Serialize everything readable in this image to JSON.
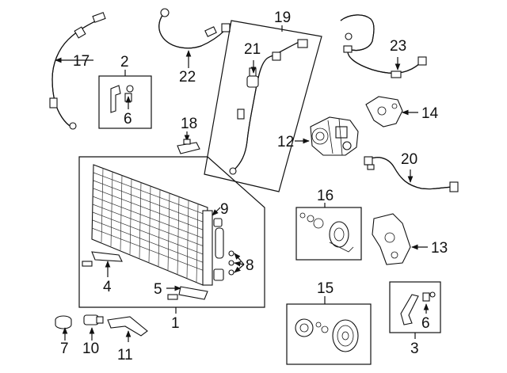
{
  "callouts": {
    "c1": "1",
    "c2": "2",
    "c3": "3",
    "c4": "4",
    "c5": "5",
    "c6a": "6",
    "c6b": "6",
    "c7": "7",
    "c8": "8",
    "c9": "9",
    "c10": "10",
    "c11": "11",
    "c12": "12",
    "c13": "13",
    "c14": "14",
    "c15": "15",
    "c16": "16",
    "c17": "17",
    "c18": "18",
    "c19": "19",
    "c20": "20",
    "c21": "21",
    "c22": "22",
    "c23": "23"
  },
  "colors": {
    "line": "#111111",
    "background": "#ffffff"
  }
}
